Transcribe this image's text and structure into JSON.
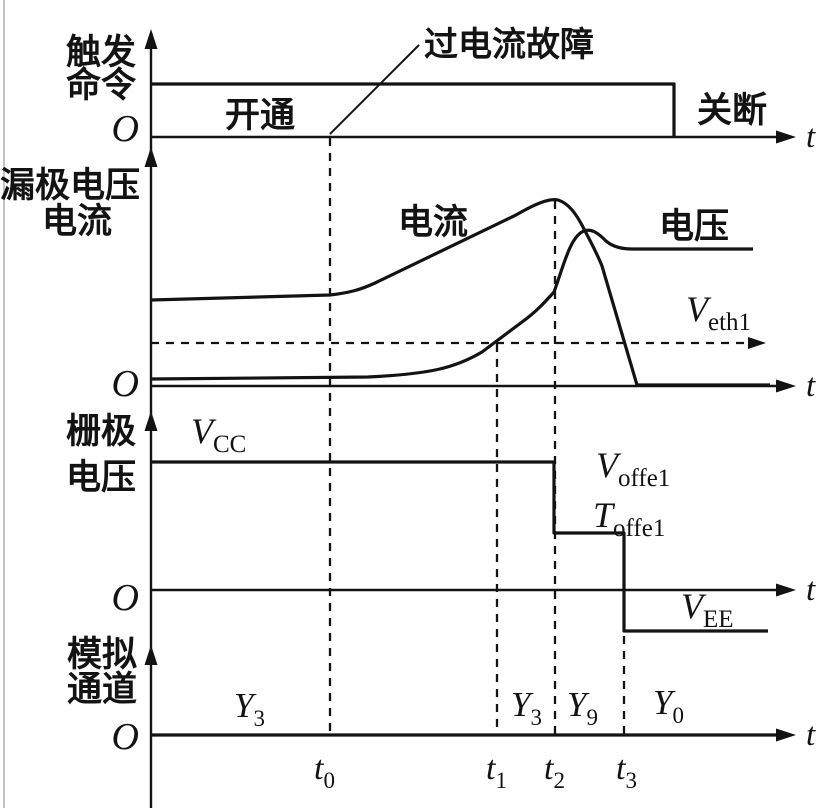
{
  "colors": {
    "ink": "#131313",
    "background": "#ffffff",
    "scan_edge": "#c4c4c4"
  },
  "panels": {
    "trigger": {
      "axis_label_line1": "触发",
      "axis_label_line2": "命令",
      "origin": "O",
      "time_axis": "t",
      "on_state": "开通",
      "off_state": "关断",
      "fault_callout": "过电流故障"
    },
    "drain": {
      "axis_label_line1": "漏极电压",
      "axis_label_line2": "电流",
      "origin": "O",
      "time_axis": "t",
      "current_curve": "电流",
      "voltage_curve": "电压",
      "threshold": {
        "base": "V",
        "sub": "eth1"
      }
    },
    "gate": {
      "axis_label_line1": "栅极",
      "axis_label_line2": "电压",
      "origin": "O",
      "time_axis": "t",
      "vcc": {
        "base": "V",
        "sub": "CC"
      },
      "voffe1": {
        "base": "V",
        "sub": "offe1"
      },
      "toffe1": {
        "base": "T",
        "sub": "offe1"
      },
      "vee": {
        "base": "V",
        "sub": "EE"
      }
    },
    "analog": {
      "axis_label_line1": "模拟",
      "axis_label_line2": "通道",
      "origin": "O",
      "time_axis": "t",
      "segments": [
        {
          "base": "Y",
          "sub": "3"
        },
        {
          "base": "Y",
          "sub": "3"
        },
        {
          "base": "Y",
          "sub": "9"
        },
        {
          "base": "Y",
          "sub": "0"
        }
      ]
    }
  },
  "time_markers": [
    {
      "base": "t",
      "sub": "0"
    },
    {
      "base": "t",
      "sub": "1"
    },
    {
      "base": "t",
      "sub": "2"
    },
    {
      "base": "t",
      "sub": "3"
    }
  ]
}
